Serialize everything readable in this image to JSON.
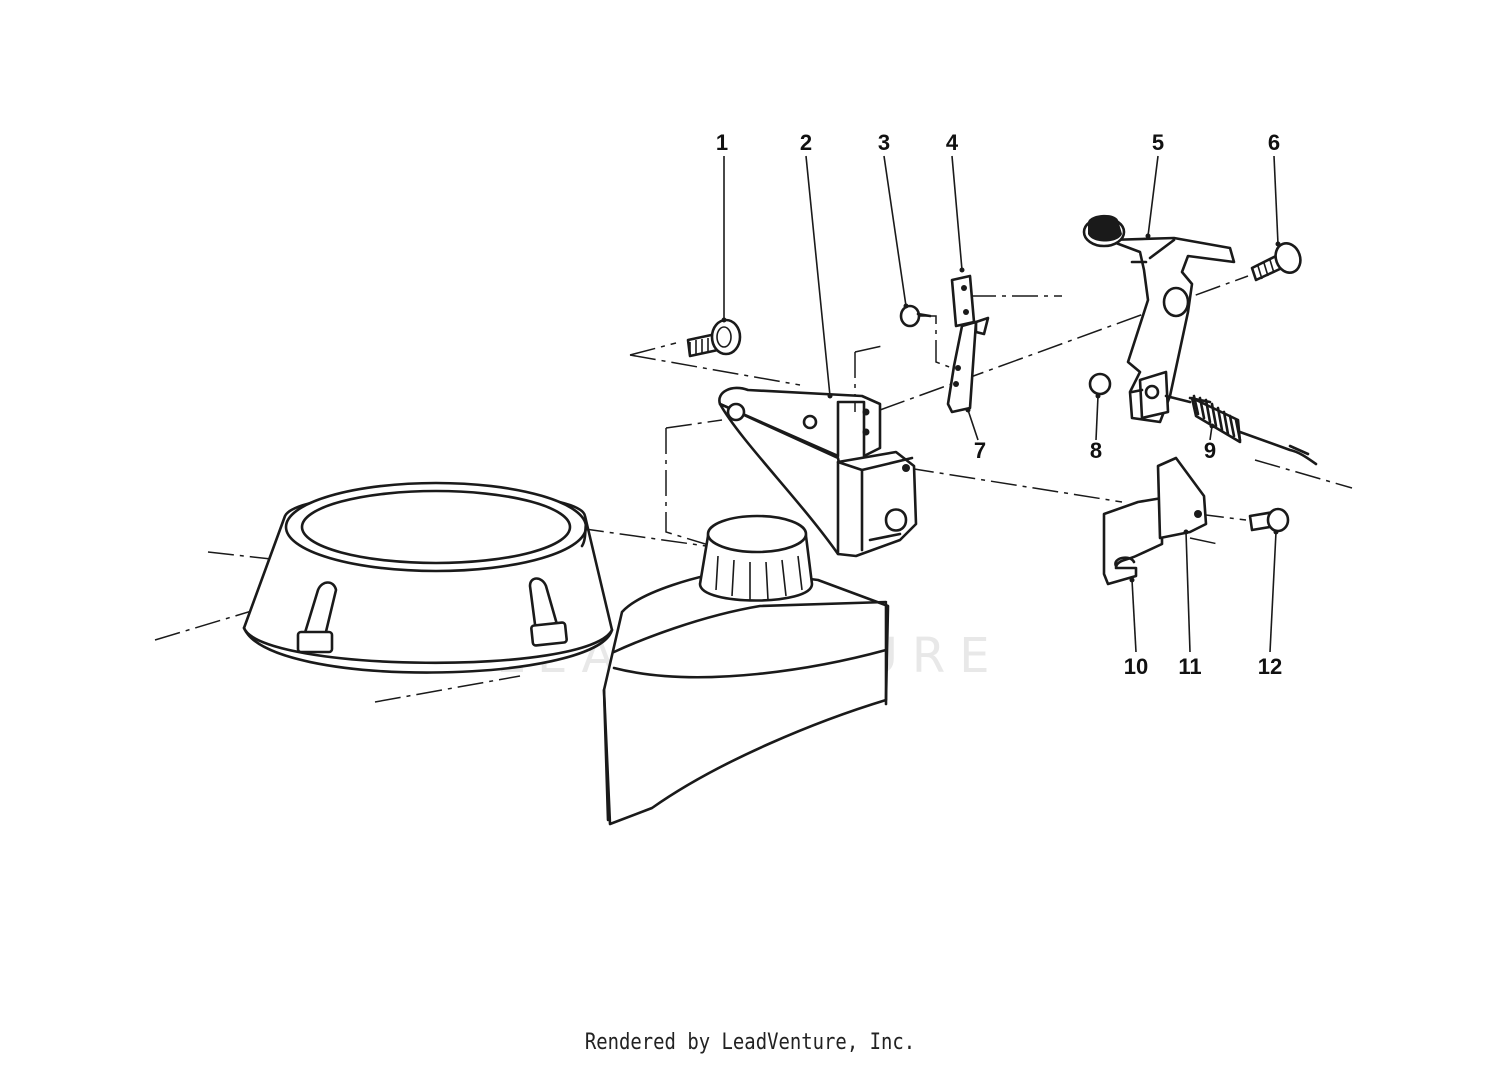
{
  "diagram": {
    "callouts": [
      {
        "id": "1",
        "label": "1"
      },
      {
        "id": "2",
        "label": "2"
      },
      {
        "id": "3",
        "label": "3"
      },
      {
        "id": "4",
        "label": "4"
      },
      {
        "id": "5",
        "label": "5"
      },
      {
        "id": "6",
        "label": "6"
      },
      {
        "id": "7",
        "label": "7"
      },
      {
        "id": "8",
        "label": "8"
      },
      {
        "id": "9",
        "label": "9"
      },
      {
        "id": "10",
        "label": "10"
      },
      {
        "id": "11",
        "label": "11"
      },
      {
        "id": "12",
        "label": "12"
      }
    ],
    "watermark": "LEADVENTURE"
  },
  "footer": {
    "caption": "Rendered by LeadVenture, Inc."
  }
}
